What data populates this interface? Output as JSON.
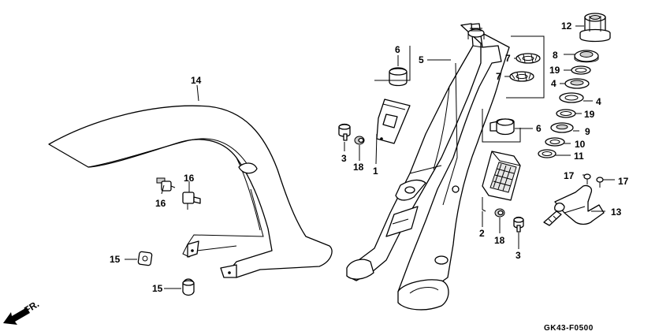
{
  "diagram": {
    "drawing_code": "GK43-F0500",
    "front_indicator": "FR.",
    "callouts": [
      {
        "id": "c14",
        "text": "14"
      },
      {
        "id": "c16a",
        "text": "16"
      },
      {
        "id": "c16b",
        "text": "16"
      },
      {
        "id": "c15a",
        "text": "15"
      },
      {
        "id": "c15b",
        "text": "15"
      },
      {
        "id": "c3a",
        "text": "3"
      },
      {
        "id": "c18a",
        "text": "18"
      },
      {
        "id": "c1",
        "text": "1"
      },
      {
        "id": "c6a",
        "text": "6"
      },
      {
        "id": "c5",
        "text": "5"
      },
      {
        "id": "c7a",
        "text": "7"
      },
      {
        "id": "c7b",
        "text": "7"
      },
      {
        "id": "c12",
        "text": "12"
      },
      {
        "id": "c8",
        "text": "8"
      },
      {
        "id": "c19a",
        "text": "19"
      },
      {
        "id": "c4a",
        "text": "4"
      },
      {
        "id": "c4b",
        "text": "4"
      },
      {
        "id": "c19b",
        "text": "19"
      },
      {
        "id": "c9",
        "text": "9"
      },
      {
        "id": "c10",
        "text": "10"
      },
      {
        "id": "c11",
        "text": "11"
      },
      {
        "id": "c6b",
        "text": "6"
      },
      {
        "id": "c17a",
        "text": "17"
      },
      {
        "id": "c17b",
        "text": "17"
      },
      {
        "id": "c13",
        "text": "13"
      },
      {
        "id": "c2",
        "text": "2"
      },
      {
        "id": "c18b",
        "text": "18"
      },
      {
        "id": "c3b",
        "text": "3"
      }
    ]
  }
}
